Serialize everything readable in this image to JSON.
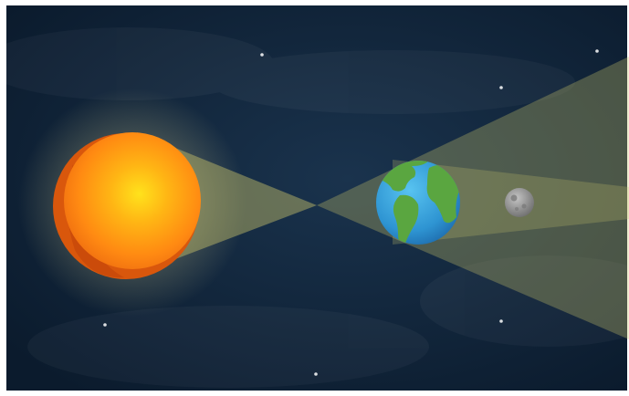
{
  "scene": {
    "subject": "solar-eclipse-geometry",
    "bodies": [
      "sun",
      "earth",
      "moon"
    ],
    "colors": {
      "frame": "#ffffff",
      "space_dark": "#0d1f33",
      "space_mid": "#173049",
      "cone": "#c8c36b",
      "sun_core": "#ffd21a",
      "sun_mid": "#ff9a12",
      "sun_edge": "#e8620e",
      "sun_glow": "#fff2b0",
      "ocean": "#3aa7e0",
      "land": "#5aa640",
      "moon": "#9a9a9a",
      "star": "#ffffff"
    }
  }
}
